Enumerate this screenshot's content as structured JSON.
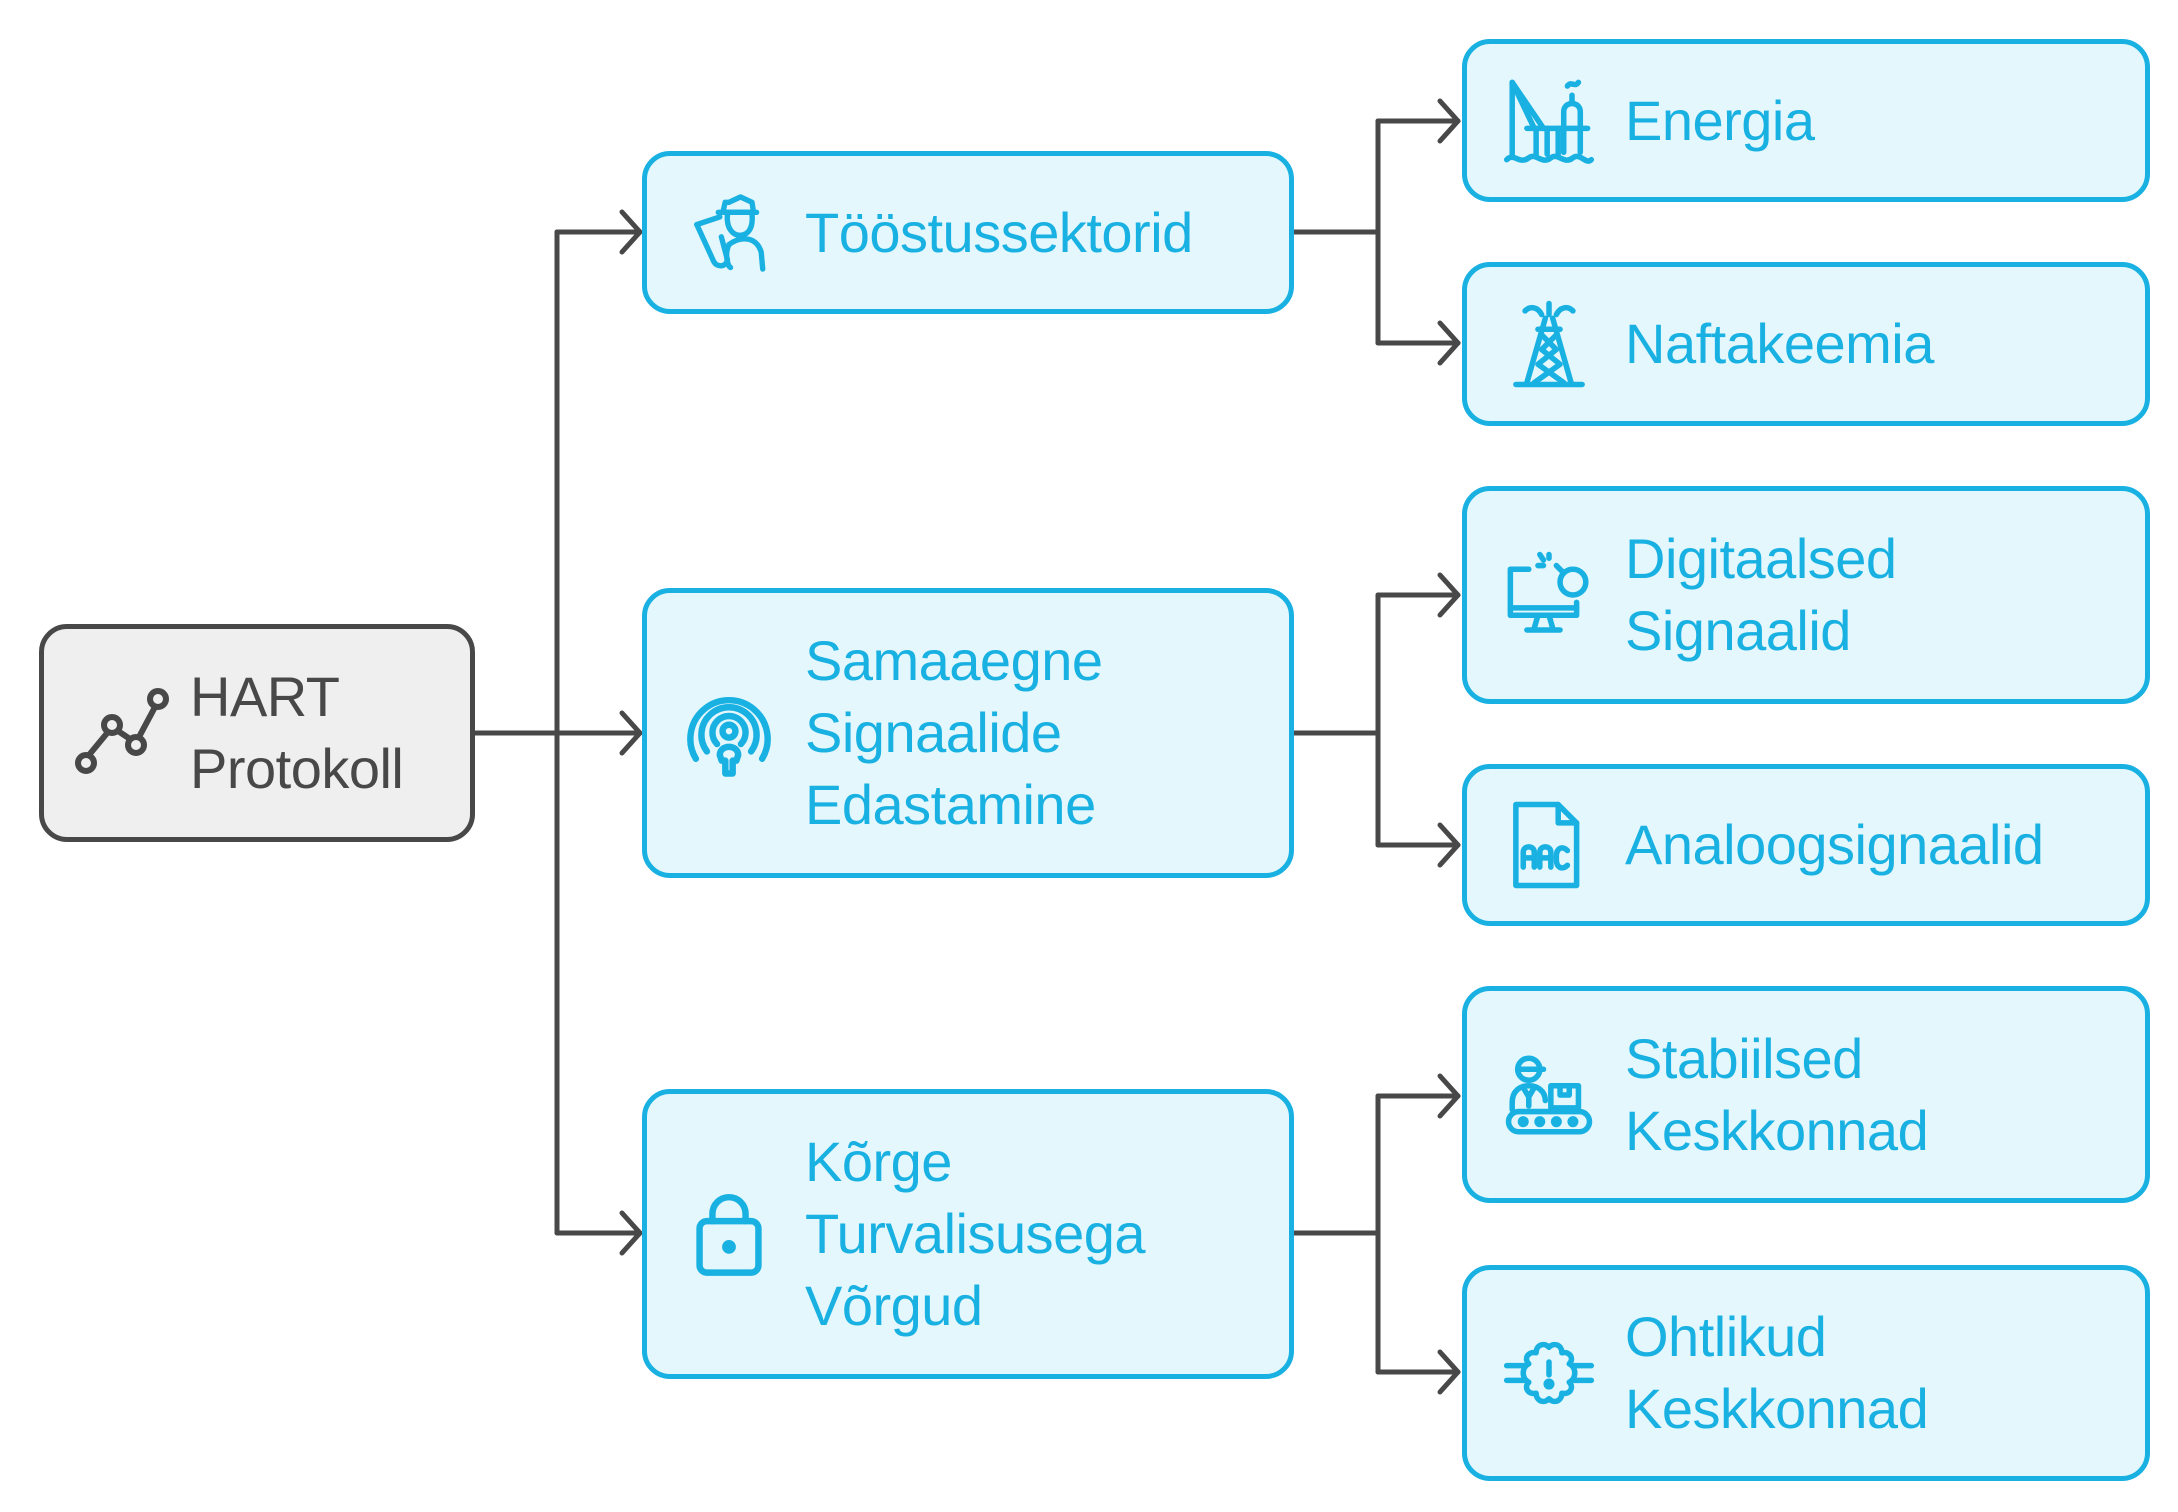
{
  "diagram": {
    "title": "HART Protokoll",
    "colors": {
      "root_fill": "#efefef",
      "root_stroke": "#484848",
      "child_fill": "#e3f7fd",
      "child_stroke": "#19b0e2",
      "connector": "#484848"
    },
    "root": {
      "label": "HART\nProtokoll",
      "icon": "line-chart-icon"
    },
    "branches": [
      {
        "label": "Tööstussektorid",
        "icon": "worker-icon",
        "children": [
          {
            "label": "Energia",
            "icon": "offshore-platform-icon"
          },
          {
            "label": "Naftakeemia",
            "icon": "oil-derrick-icon"
          }
        ]
      },
      {
        "label": "Samaaegne\nSignaalide\nEdastamine",
        "icon": "broadcast-person-icon",
        "children": [
          {
            "label": "Digitaalsed\nSignaalid",
            "icon": "computer-search-icon"
          },
          {
            "label": "Analoogsignaalid",
            "icon": "aac-file-icon"
          }
        ]
      },
      {
        "label": "Kõrge\nTurvalisusega\nVõrgud",
        "icon": "padlock-icon",
        "children": [
          {
            "label": "Stabiilsed\nKeskkonnad",
            "icon": "conveyor-worker-icon"
          },
          {
            "label": "Ohtlikud\nKeskkonnad",
            "icon": "hazard-gear-icon"
          }
        ]
      }
    ]
  }
}
